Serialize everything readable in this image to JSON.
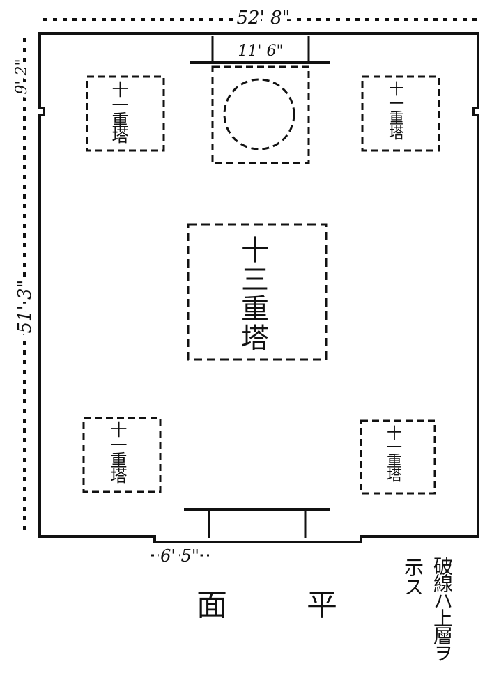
{
  "dimensions": {
    "top_width": "52' 8\"",
    "left_height": "51' 3\"",
    "left_small": "9' 2\"",
    "top_opening": "11' 6\"",
    "bottom_offset": "6' 5\""
  },
  "towers": {
    "top_left": "十一重塔",
    "top_right": "十一重塔",
    "center": "十三重塔",
    "bottom_left": "十一重塔",
    "bottom_right": "十一重塔"
  },
  "title_left": "面",
  "title_right": "平",
  "note_col1": "破線ハ上層ヲ",
  "note_col2": "示ス"
}
